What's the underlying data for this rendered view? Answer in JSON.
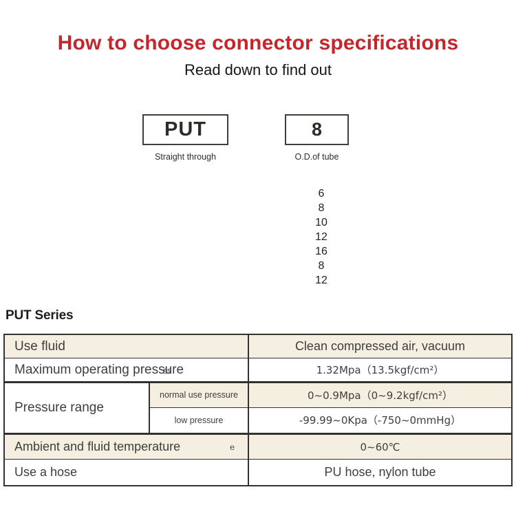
{
  "header": {
    "title": "How to choose connector specifications",
    "subtitle": "Read down to find out",
    "title_color": "#c4262b"
  },
  "model_selector": {
    "series_box": {
      "code": "PUT",
      "label": "Straight through"
    },
    "size_box": {
      "code": "8",
      "label": "O.D.of tube"
    },
    "size_options": [
      "6",
      "8",
      "10",
      "12",
      "16",
      "8",
      "12"
    ]
  },
  "series_heading": "PUT Series",
  "spec_table": {
    "rows": [
      {
        "label": "Use fluid",
        "value": "Clean compressed air, vacuum"
      },
      {
        "label": "Maximum operating pressure",
        "value": "1.32Mpa（13.5kgf/cm²）"
      },
      {
        "label": "Pressure range",
        "sub_rows": [
          {
            "label": "normal use pressure",
            "value": "0~0.9Mpa（0~9.2kgf/cm²）"
          },
          {
            "label": "low pressure",
            "value": "-99.99~0Kpa（-750~0mmHg）"
          }
        ]
      },
      {
        "label": "Ambient and fluid temperature",
        "value": "0~60℃"
      },
      {
        "label": "Use a hose",
        "value": "PU hose, nylon tube"
      }
    ],
    "artifacts": {
      "pressure_overlap": "ss",
      "temperature_overlap": "e"
    }
  },
  "colors": {
    "accent_red": "#c4262b",
    "row_beige": "#f5efe2",
    "table_border": "#33312d"
  }
}
